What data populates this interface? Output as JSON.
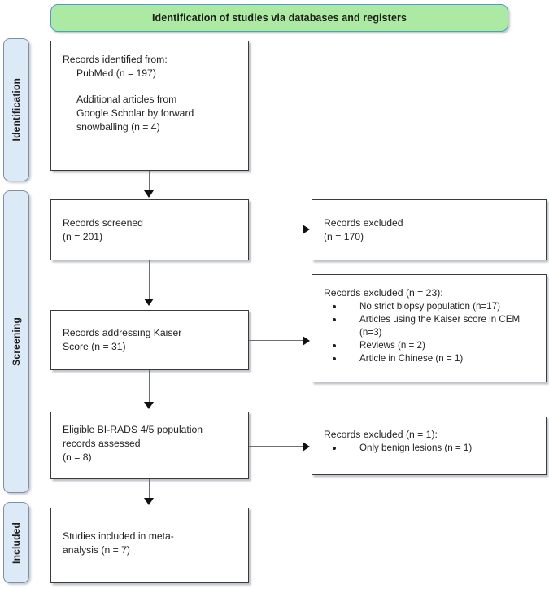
{
  "banner": {
    "title": "Identification of studies via databases and registers"
  },
  "stages": [
    {
      "id": "identification",
      "label": "Identification"
    },
    {
      "id": "screening",
      "label": "Screening"
    },
    {
      "id": "included",
      "label": "Included"
    }
  ],
  "boxes": {
    "identified": {
      "heading": "Records identified from:",
      "source_1": "PubMed (n = 197)",
      "extra_line_1": "Additional articles from",
      "extra_line_2": "Google Scholar by forward",
      "extra_line_3": "snowballing (n = 4)"
    },
    "screened": {
      "line_1": "Records screened",
      "line_2": "(n = 201)"
    },
    "excluded_170": {
      "line_1": "Records excluded",
      "line_2": "(n = 170)"
    },
    "kaiser": {
      "line_1": "Records addressing Kaiser",
      "line_2": "Score (n = 31)"
    },
    "excluded_23": {
      "heading": "Records excluded (n = 23):",
      "reasons": [
        "No strict biopsy population (n=17)",
        "Articles using the Kaiser score in CEM (n=3)",
        "Reviews (n = 2)",
        "Article in Chinese (n = 1)"
      ]
    },
    "eligible": {
      "line_1": "Eligible BI-RADS 4/5 population",
      "line_2": "records assessed",
      "line_3": "(n = 8)"
    },
    "excluded_1": {
      "heading": "Records excluded (n = 1):",
      "reasons": [
        "Only benign lesions (n = 1)"
      ]
    },
    "included": {
      "line_1": "Studies included in meta-",
      "line_2": "analysis (n = 7)"
    }
  },
  "colors": {
    "banner_fill": "#ace9a3",
    "banner_border": "#4e9ec4",
    "stage_fill": "#dce9f6",
    "stage_border": "#7f90a4",
    "box_border": "#3b3b3b",
    "connector": "#6d6e71",
    "arrowhead": "#111111",
    "text": "#231f20"
  }
}
